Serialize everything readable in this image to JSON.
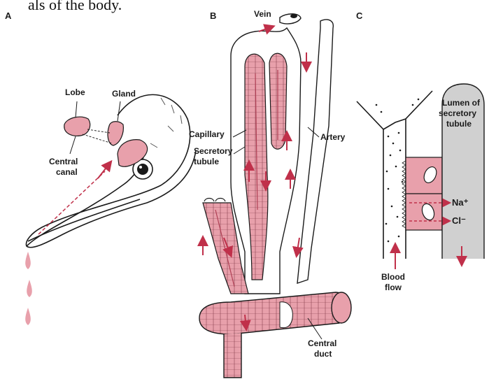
{
  "top_text": "als of the body.",
  "panels": {
    "a": {
      "letter": "A",
      "labels": {
        "lobe": "Lobe",
        "gland": "Gland",
        "central_canal_line1": "Central",
        "central_canal_line2": "canal"
      }
    },
    "b": {
      "letter": "B",
      "labels": {
        "vein": "Vein",
        "capillary": "Capillary",
        "secretory_tubule_line1": "Secretory",
        "secretory_tubule_line2": "tubule",
        "artery": "Artery",
        "central_duct_line1": "Central",
        "central_duct_line2": "duct"
      }
    },
    "c": {
      "letter": "C",
      "labels": {
        "lumen_line1": "Lumen of",
        "lumen_line2": "secretory",
        "lumen_line3": "tubule",
        "sodium": "Na⁺",
        "chloride": "Cl⁻",
        "blood_flow_line1": "Blood",
        "blood_flow_line2": "flow"
      }
    }
  },
  "colors": {
    "tissue_pink": "#e8a0ab",
    "arrow_red": "#c0304a",
    "lumen_gray": "#d0d0d0",
    "ink": "#1a1a1a"
  }
}
